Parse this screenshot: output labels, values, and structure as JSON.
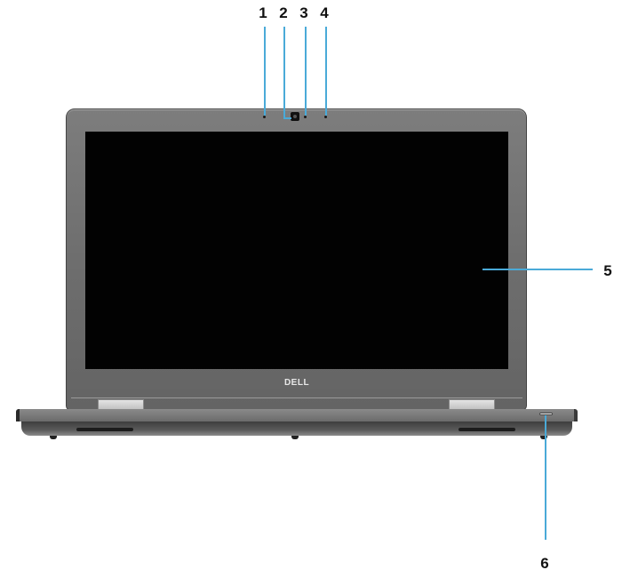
{
  "diagram": {
    "subject": "Laptop front view",
    "brand_logo": "DELL",
    "callout_color": "#4aaad8",
    "callouts": [
      {
        "number": "1",
        "points_to": "microphone"
      },
      {
        "number": "2",
        "points_to": "camera"
      },
      {
        "number": "3",
        "points_to": "camera status light"
      },
      {
        "number": "4",
        "points_to": "microphone"
      },
      {
        "number": "5",
        "points_to": "display"
      },
      {
        "number": "6",
        "points_to": "power/battery status light"
      }
    ]
  }
}
